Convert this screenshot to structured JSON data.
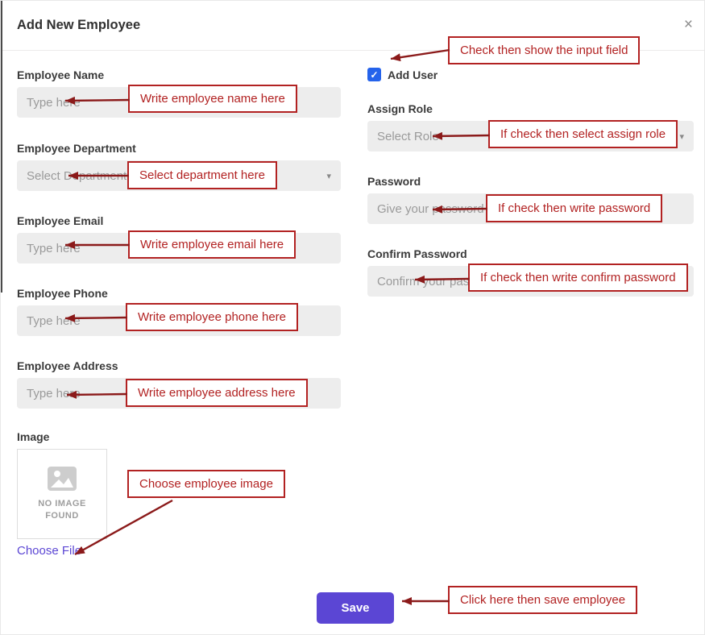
{
  "modal": {
    "title": "Add New Employee",
    "close_label": "×"
  },
  "form": {
    "left": {
      "name": {
        "label": "Employee Name",
        "placeholder": "Type here"
      },
      "department": {
        "label": "Employee Department",
        "selected": "Select Department"
      },
      "email": {
        "label": "Employee Email",
        "placeholder": "Type here"
      },
      "phone": {
        "label": "Employee Phone",
        "placeholder": "Type here"
      },
      "address": {
        "label": "Employee Address",
        "placeholder": "Type here"
      },
      "image": {
        "label": "Image",
        "no_image_text": "NO IMAGE FOUND",
        "choose_file_label": "Choose File"
      }
    },
    "right": {
      "add_user": {
        "label": "Add User",
        "checked": true
      },
      "role": {
        "label": "Assign Role",
        "selected": "Select Role"
      },
      "password": {
        "label": "Password",
        "placeholder": "Give your password"
      },
      "confirm_password": {
        "label": "Confirm Password",
        "placeholder": "Confirm your password"
      }
    },
    "save_label": "Save"
  },
  "annotations": [
    {
      "text": "Write employee name here"
    },
    {
      "text": "Select department here"
    },
    {
      "text": "Write employee email here"
    },
    {
      "text": "Write employee phone here"
    },
    {
      "text": "Write employee address here"
    },
    {
      "text": "Choose employee image"
    },
    {
      "text": "Check then show the input field"
    },
    {
      "text": "If check then select assign role"
    },
    {
      "text": "If check then write password"
    },
    {
      "text": "If check then write confirm password"
    },
    {
      "text": "Click here then save employee"
    }
  ],
  "icons": {
    "caret": "▾",
    "check": "✓"
  },
  "colors": {
    "annotation_red": "#b22222",
    "arrow_red": "#8b1a1a",
    "accent": "#5b46d4",
    "checkbox_blue": "#2563eb"
  }
}
